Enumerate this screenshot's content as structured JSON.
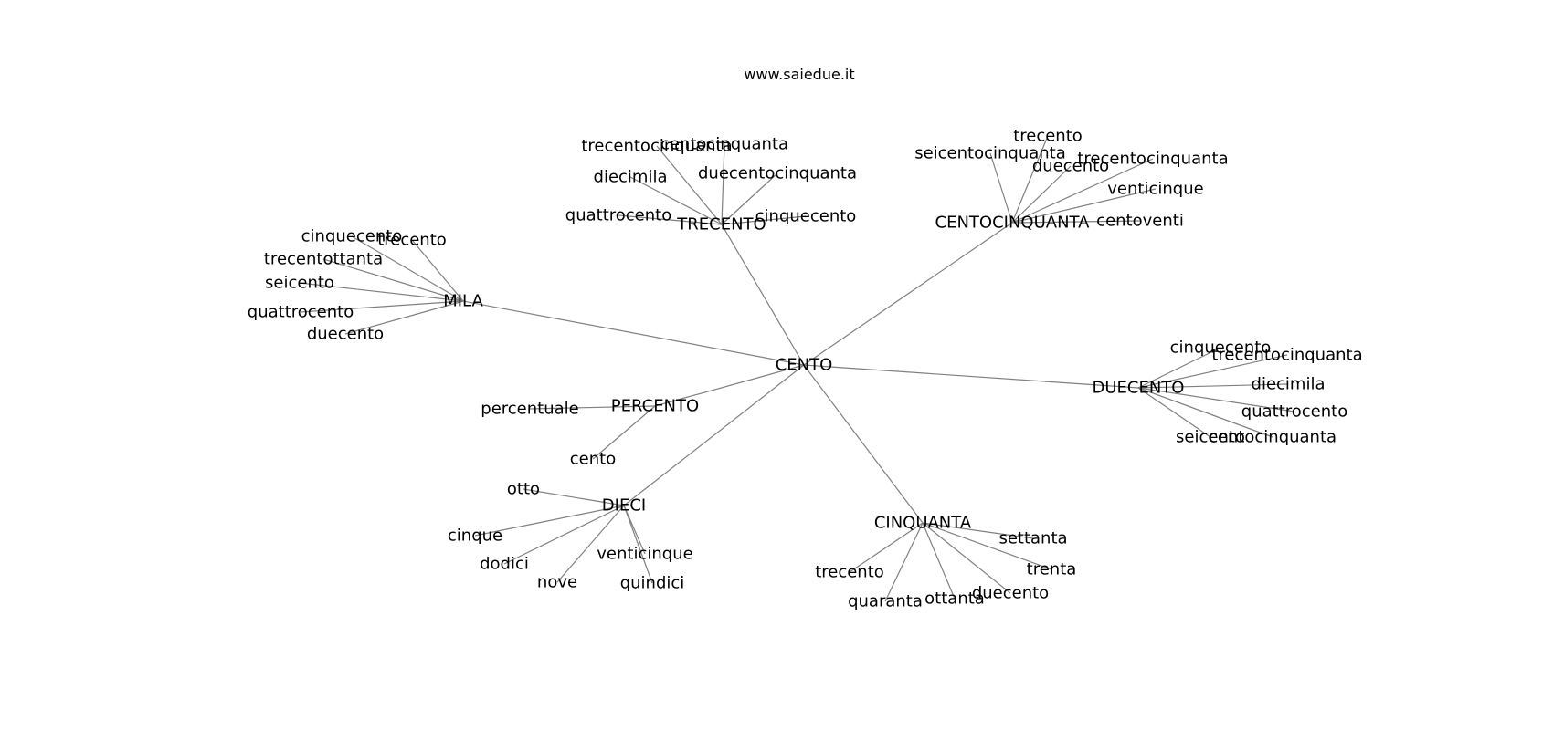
{
  "watermark": "www.saiedue.it",
  "graph": {
    "root": "CENTO",
    "hubs": [
      {
        "label": "MILA",
        "leaves": [
          "cinquecento",
          "trecento",
          "trecentottanta",
          "seicento",
          "quattrocento",
          "duecento"
        ]
      },
      {
        "label": "TRECENTO",
        "leaves": [
          "trecentocinquanta",
          "centocinquanta",
          "diecimila",
          "duecentocinquanta",
          "quattrocento",
          "cinquecento"
        ]
      },
      {
        "label": "CENTOCINQUANTA",
        "leaves": [
          "trecento",
          "seicentocinquanta",
          "duecento",
          "trecentocinquanta",
          "venticinque",
          "centoventi"
        ]
      },
      {
        "label": "DUECENTO",
        "leaves": [
          "cinquecento",
          "trecentocinquanta",
          "diecimila",
          "quattrocento",
          "seicento",
          "centocinquanta"
        ]
      },
      {
        "label": "PERCENTO",
        "leaves": [
          "percentuale",
          "cento"
        ]
      },
      {
        "label": "DIECI",
        "leaves": [
          "otto",
          "cinque",
          "dodici",
          "nove",
          "venticinque",
          "quindici"
        ]
      },
      {
        "label": "CINQUANTA",
        "leaves": [
          "settanta",
          "trecento",
          "trenta",
          "quaranta",
          "ottanta",
          "duecento"
        ]
      }
    ]
  }
}
